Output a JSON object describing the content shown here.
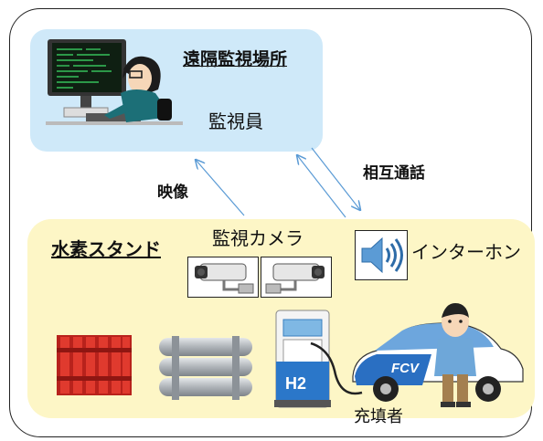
{
  "remote_site": {
    "title": "遠隔監視場所",
    "operator_label": "監視員"
  },
  "links": {
    "video_label": "映像",
    "talk_label": "相互通話"
  },
  "station": {
    "title": "水素スタンド",
    "camera_label": "監視カメラ",
    "intercom_label": "インターホン",
    "filler_label": "充填者",
    "dispenser_badge": "H2",
    "car_badge": "FCV"
  },
  "colors": {
    "remote_bg": "#cfe9f9",
    "station_bg": "#fdf6c6",
    "arrow": "#5b9bd5"
  }
}
